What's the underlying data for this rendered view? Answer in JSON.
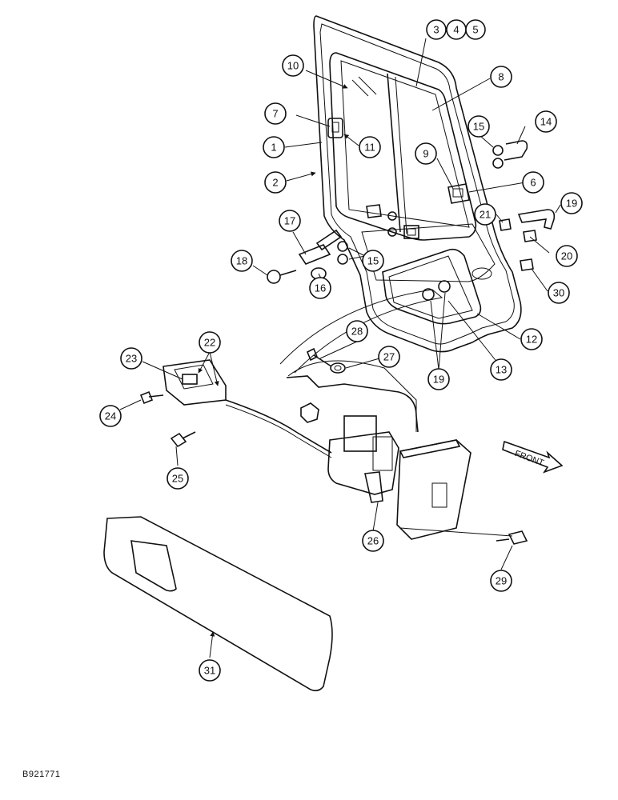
{
  "diagram": {
    "reference_code": "B921771",
    "direction_label": "FRONT",
    "callouts": [
      "1",
      "2",
      "3",
      "4",
      "5",
      "6",
      "7",
      "8",
      "9",
      "10",
      "11",
      "12",
      "13",
      "14",
      "15",
      "15",
      "16",
      "17",
      "18",
      "19",
      "19",
      "20",
      "21",
      "22",
      "23",
      "24",
      "25",
      "26",
      "27",
      "28",
      "29",
      "30",
      "31"
    ]
  }
}
